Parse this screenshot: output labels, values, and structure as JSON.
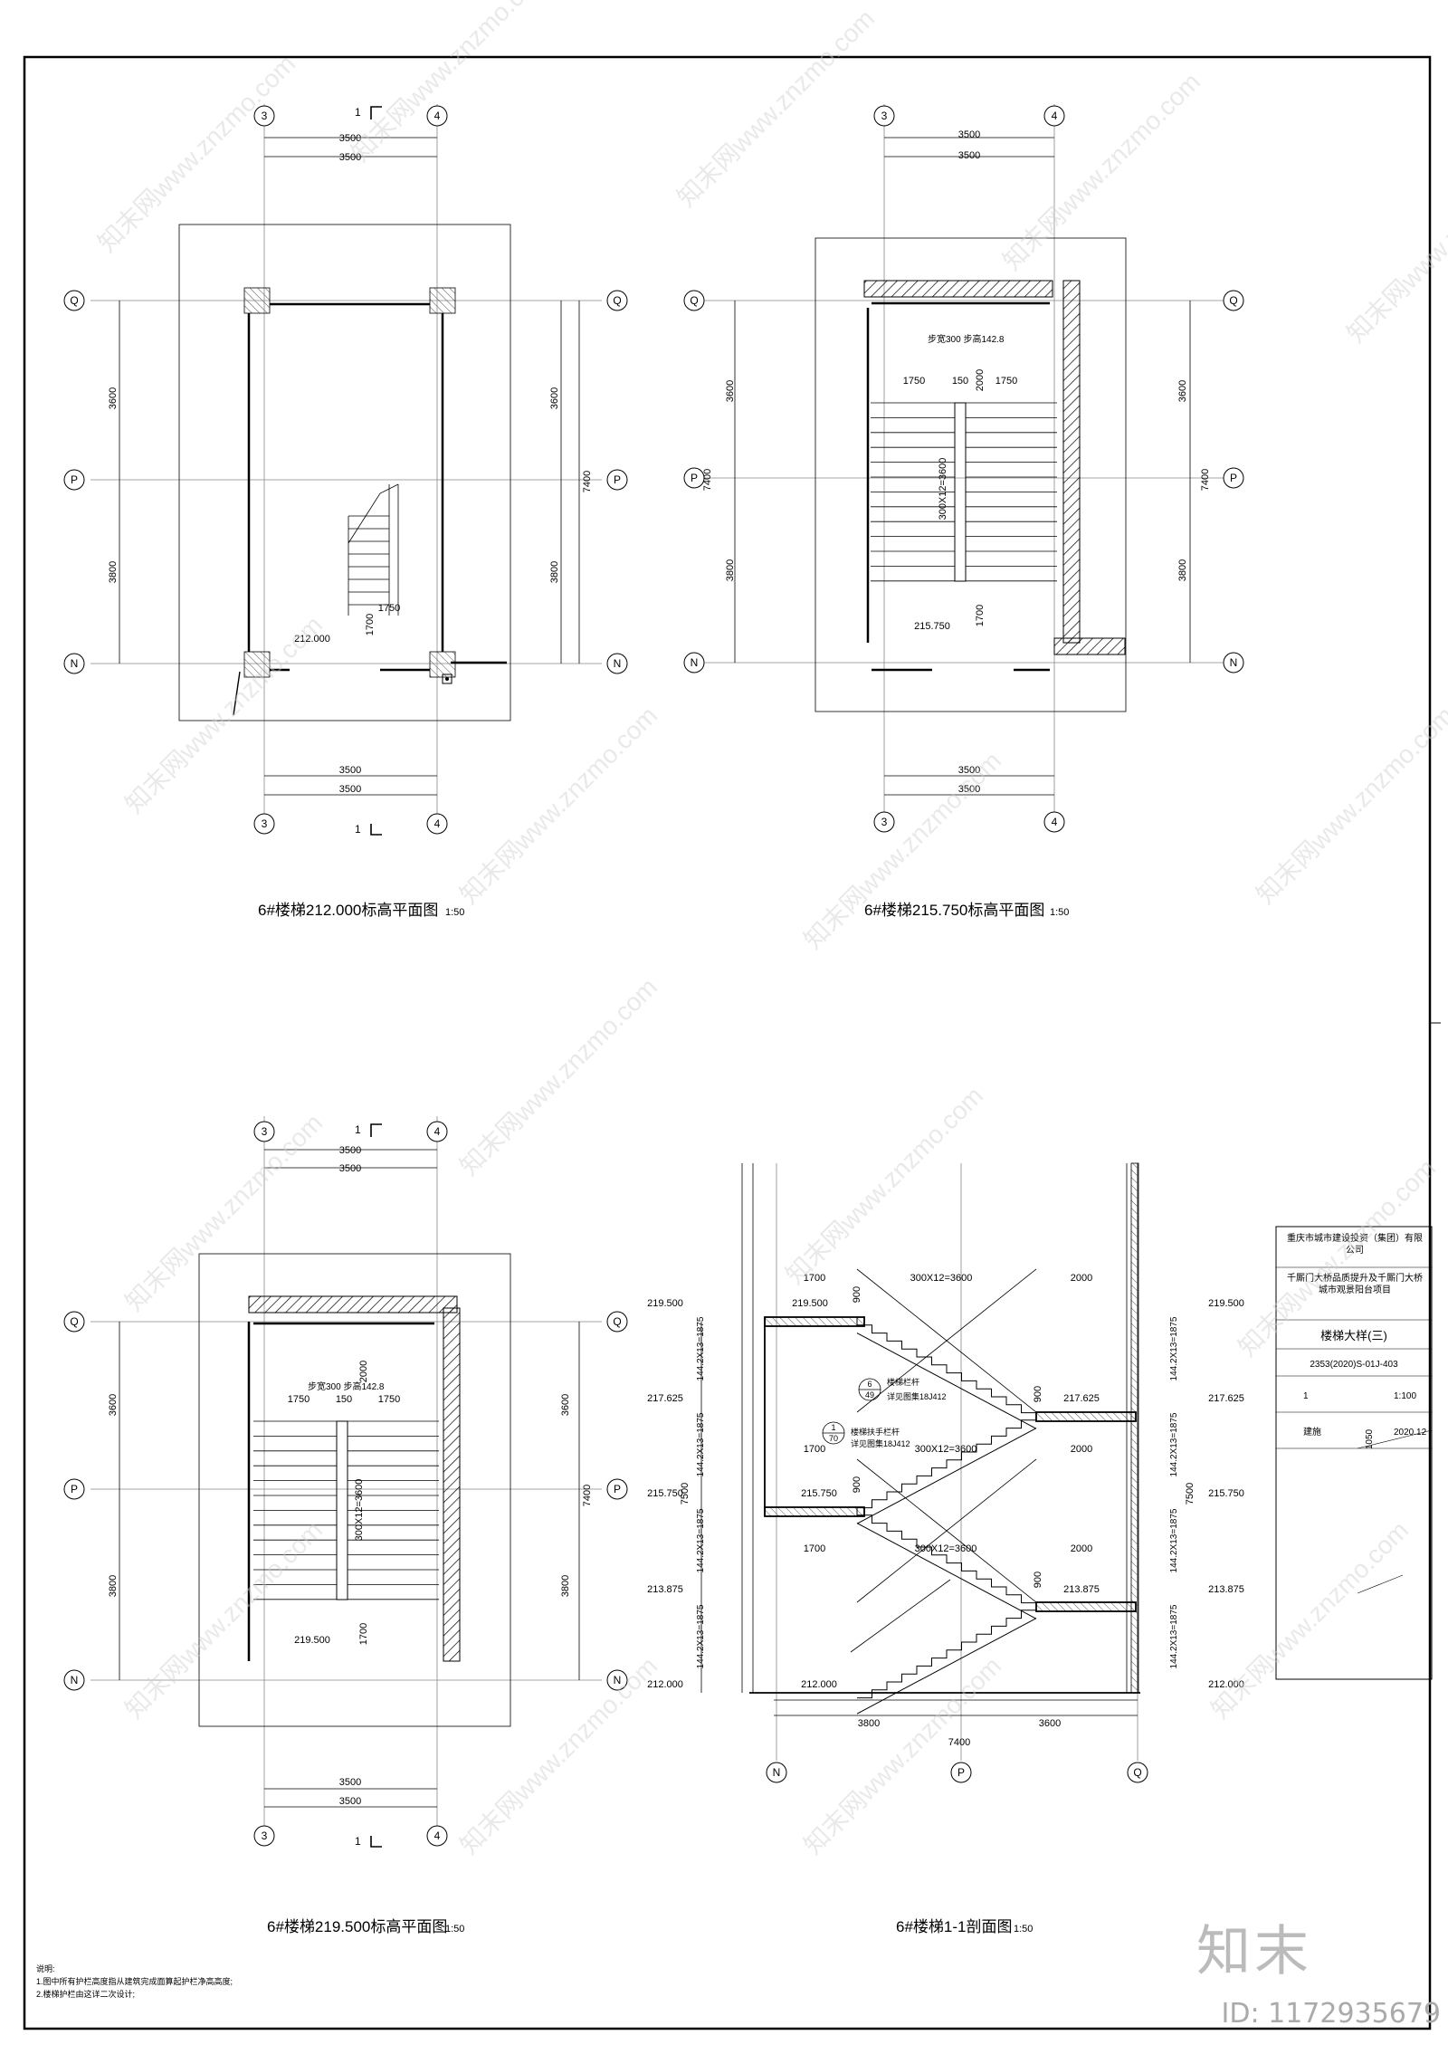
{
  "dims": {
    "bay": "3500",
    "d3600": "3600",
    "d3800": "3800",
    "d7400": "7400",
    "d7500": "7500",
    "d1700": "1700",
    "d1750": "1750",
    "d150": "150",
    "d2000": "2000",
    "d900": "900"
  },
  "axes": {
    "ax3": "3",
    "ax4": "4",
    "axQ": "Q",
    "axP": "P",
    "axN": "N",
    "sec1": "1"
  },
  "plan1": {
    "title": "6#楼梯212.000标高平面图",
    "scale": "1:50",
    "level": "212.000"
  },
  "plan2": {
    "title": "6#楼梯215.750标高平面图",
    "scale": "1:50",
    "level": "215.750",
    "step_note": "步宽300  步高142.8",
    "flight": "300X12=3600"
  },
  "plan3": {
    "title": "6#楼梯219.500标高平面图",
    "scale": "1:50",
    "level": "219.500",
    "step_note": "步宽300  步高142.8",
    "flight": "300X12=3600"
  },
  "section": {
    "title": "6#楼梯1-1剖面图",
    "scale": "1:50",
    "levels": [
      "219.500",
      "217.625",
      "215.750",
      "213.875",
      "212.000"
    ],
    "riser": "144.2X13=1875",
    "flight": "300X12=3600",
    "rail_note": "楼梯栏杆",
    "rail_ref": "详见图集18J412",
    "handrail_note": "楼梯扶手栏杆",
    "handrail_ref": "详见图集18J412",
    "bubble1_top": "6",
    "bubble1_bot": "49",
    "bubble2_top": "1",
    "bubble2_bot": "70"
  },
  "title_block": {
    "company": "重庆市城市建设投资（集团）有限公司",
    "project": "千厮门大桥品质提升及千厮门大桥城市观景阳台项目",
    "drawing": "楼梯大样(三)",
    "number": "2353(2020)S-01J-403",
    "sheet": "1",
    "scale": "1:100",
    "discipline": "建施",
    "date": "2020.12",
    "size": "1050"
  },
  "notes": {
    "heading": "说明:",
    "line1": "1.图中所有护栏高度指从建筑完成面算起护栏净高高度;",
    "line2": "2.楼梯护栏由这详二次设计;"
  },
  "watermark": {
    "brand": "知末",
    "id": "ID: 1172935679",
    "site": "知末网www.znzmo.com"
  }
}
